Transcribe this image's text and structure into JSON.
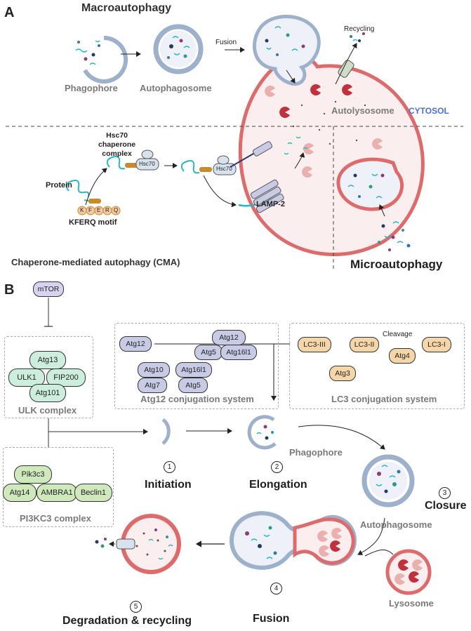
{
  "panelA": {
    "label": "A",
    "macro_title": "Macroautophagy",
    "phagophore": "Phagophore",
    "autophagosome": "Autophagosome",
    "fusion": "Fusion",
    "recycling": "Recycling",
    "autolysosome": "Autolysosome",
    "cytosol": "CYTOSOL",
    "hsc70_complex": "Hsc70\nchaperone\ncomplex",
    "hsc70": "Hsc70",
    "protein": "Protein",
    "kferq_letters": [
      "K",
      "F",
      "E",
      "R",
      "Q"
    ],
    "kferq_motif": "KFERQ motif",
    "lamp2": "LAMP-2",
    "cma_title": "Chaperone-mediated autophagy (CMA)",
    "micro_title": "Microautophagy"
  },
  "panelB": {
    "label": "B",
    "mtor": "mTOR",
    "ulk": {
      "atg13": "Atg13",
      "ulk1": "ULK1",
      "fip200": "FIP200",
      "atg101": "Atg101",
      "title": "ULK complex"
    },
    "pi3k": {
      "pik3c3": "Pik3c3",
      "atg14": "Atg14",
      "ambra1": "AMBRA1",
      "beclin1": "Beclin1",
      "title": "PI3KC3 complex"
    },
    "atg12sys": {
      "atg12": "Atg12",
      "atg12b": "Atg12",
      "atg5a": "Atg5",
      "atg16l1a": "Atg16l1",
      "atg10": "Atg10",
      "atg7": "Atg7",
      "atg16l1b": "Atg16l1",
      "atg5b": "Atg5",
      "title": "Atg12 conjugation system"
    },
    "lc3sys": {
      "lc3iii": "LC3-III",
      "lc3ii": "LC3-II",
      "lc3i": "LC3-I",
      "cleavage": "Cleavage",
      "atg4": "Atg4",
      "atg3": "Atg3",
      "title": "LC3 conjugation system"
    },
    "steps": [
      {
        "num": "1",
        "label": "Initiation"
      },
      {
        "num": "2",
        "label": "Elongation"
      },
      {
        "num": "3",
        "label": "Closure"
      },
      {
        "num": "4",
        "label": "Fusion"
      },
      {
        "num": "5",
        "label": "Degradation & recycling"
      }
    ],
    "phagophore": "Phagophore",
    "autophagosome": "Autophagosome",
    "lysosome": "Lysosome"
  }
}
